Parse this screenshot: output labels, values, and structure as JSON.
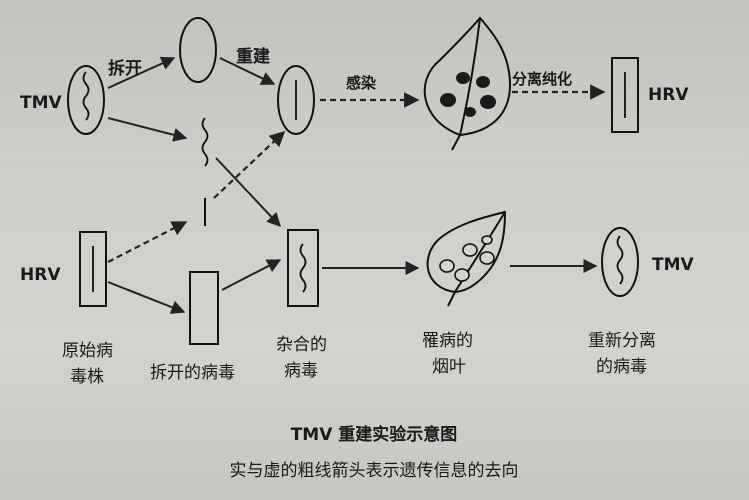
{
  "labels": {
    "tmv_left": "TMV",
    "hrv_left": "HRV",
    "hrv_right": "HRV",
    "tmv_right": "TMV",
    "split": "拆开",
    "rebuild": "重建",
    "infect": "感染",
    "purify": "分离纯化",
    "original_line1": "原始病",
    "original_line2": "毒株",
    "split_virus": "拆开的病毒",
    "hybrid_line1": "杂合的",
    "hybrid_line2": "病毒",
    "diseased_line1": "罹病的",
    "diseased_line2": "烟叶",
    "reisolated_line1": "重新分离",
    "reisolated_line2": "的病毒"
  },
  "caption": {
    "title": "TMV 重建实验示意图",
    "subtitle": "实与虚的粗线箭头表示遗传信息的去向"
  }
}
